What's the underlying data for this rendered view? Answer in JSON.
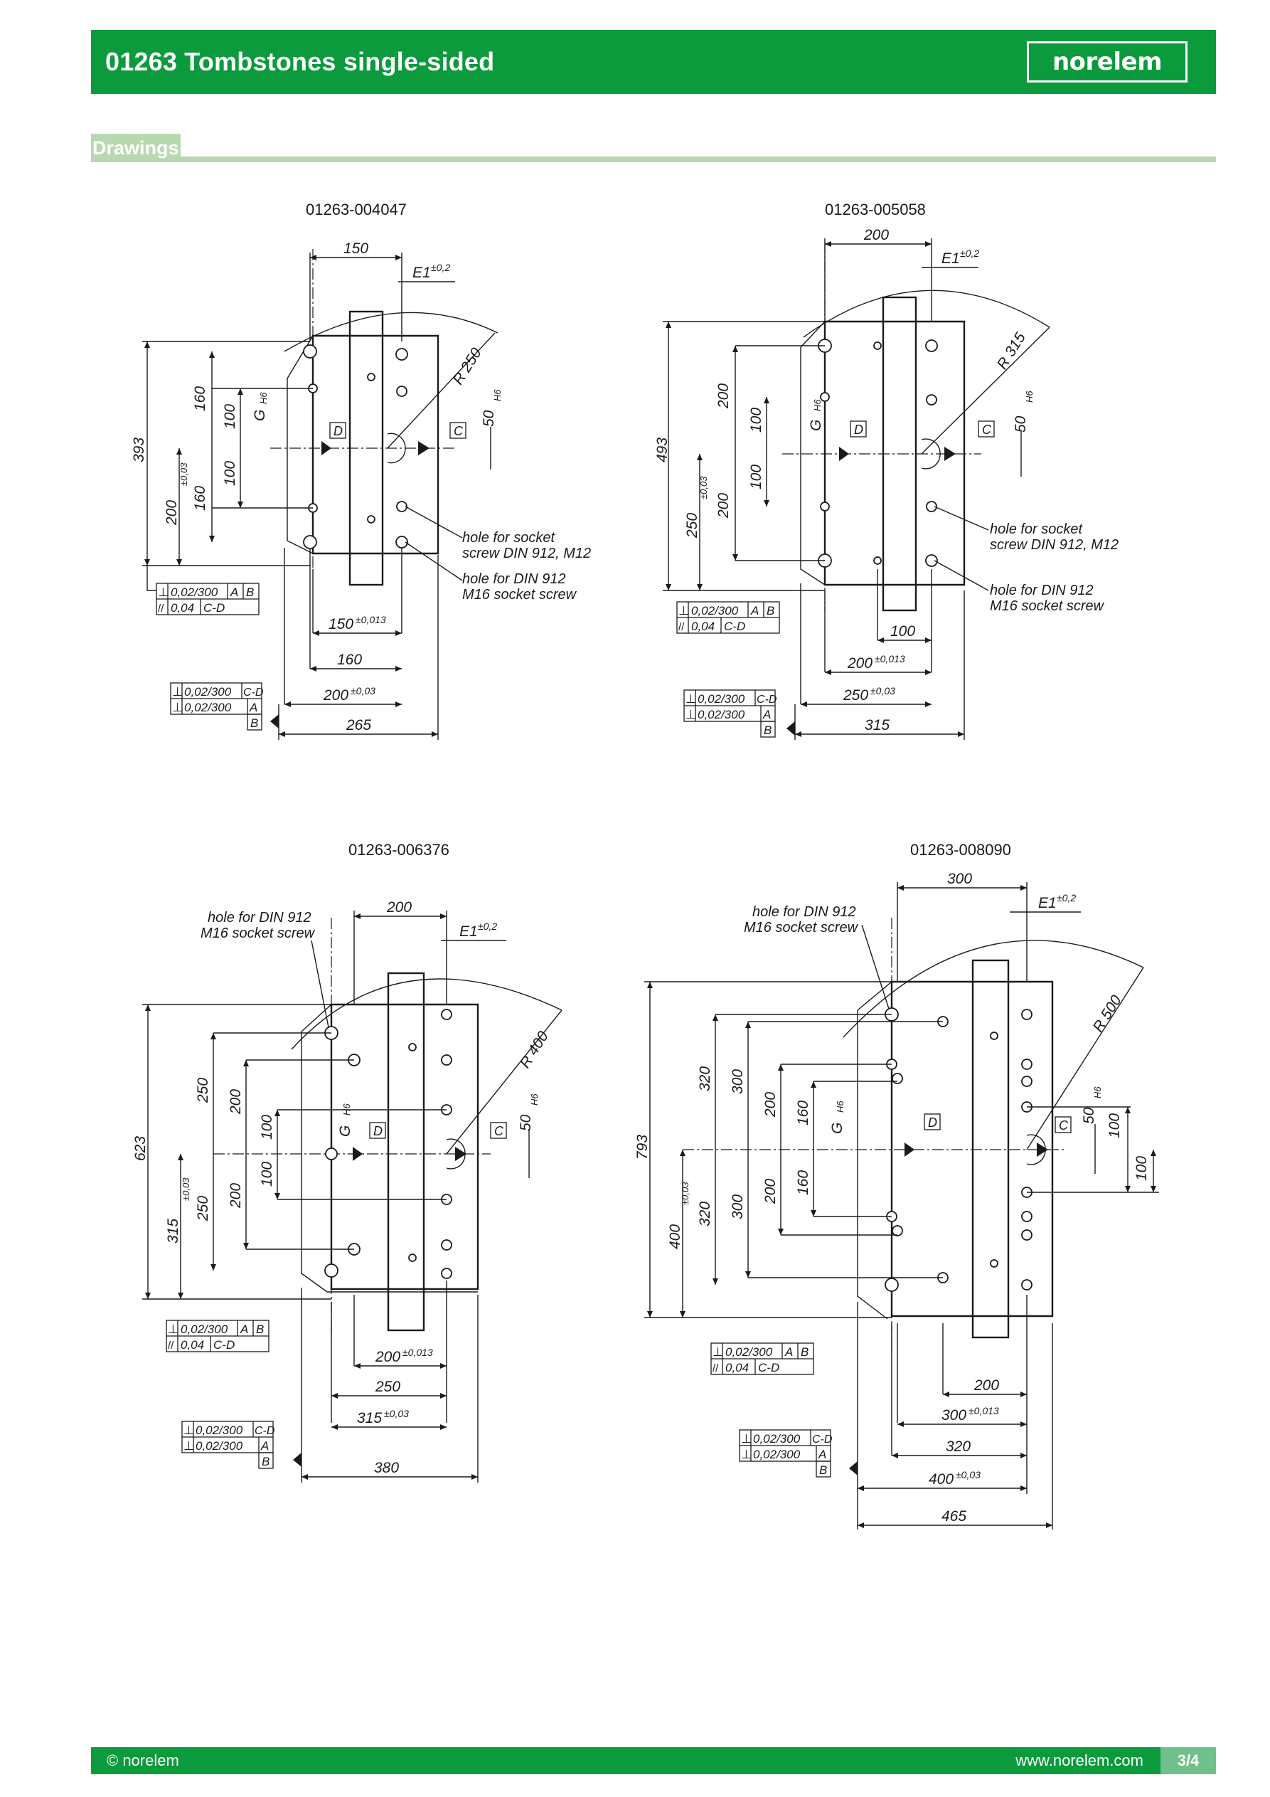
{
  "header": {
    "title": "01263 Tombstones single-sided",
    "logo_text": "norelem"
  },
  "section": {
    "title": "Drawings"
  },
  "drawings": [
    {
      "part_number": "01263-004047",
      "dims": {
        "top_width": "150",
        "e1": "E1",
        "e1_tol": "±0,2",
        "radius": "R 250",
        "slot": "50",
        "slot_tol": "H6",
        "height_total": "393",
        "v_outer": "160",
        "v_inner": "100",
        "v_low_outer": "160",
        "v_low_inner": "100",
        "offset": "200",
        "offset_tol": "±0,03",
        "g": "G",
        "g_tol": "H6",
        "b1": "150",
        "b1_tol": "±0,013",
        "b2": "160",
        "b3": "200",
        "b3_tol": "±0,03",
        "b4": "265"
      },
      "notes": {
        "note1_l1": "hole for socket",
        "note1_l2": "screw DIN 912, M12",
        "note2_l1": "hole for DIN 912",
        "note2_l2": "M16 socket screw"
      },
      "frames": {
        "perp1": "⊥",
        "perp1_val": "0,02/300",
        "perp1_ref1": "A",
        "perp1_ref2": "B",
        "par": "//",
        "par_val": "0,04",
        "par_ref": "C-D",
        "perp2": "⊥",
        "perp2_val": "0,02/300",
        "perp2_ref": "C-D",
        "perp3": "⊥",
        "perp3_val": "0,02/300",
        "perp3_ref": "A",
        "datum_b": "B",
        "datum_c": "C",
        "datum_d": "D"
      }
    },
    {
      "part_number": "01263-005058",
      "dims": {
        "top_width": "200",
        "e1": "E1",
        "e1_tol": "±0,2",
        "radius": "R 315",
        "slot": "50",
        "slot_tol": "H6",
        "height_total": "493",
        "v_outer": "200",
        "v_inner": "100",
        "v_low_outer": "200",
        "v_low_inner": "100",
        "offset": "250",
        "offset_tol": "±0,03",
        "g": "G",
        "g_tol": "H6",
        "b1": "100",
        "b2": "200",
        "b2_tol": "±0,013",
        "b3": "250",
        "b3_tol": "±0,03",
        "b4": "315"
      },
      "notes": {
        "note1_l1": "hole for socket",
        "note1_l2": "screw DIN 912, M12",
        "note2_l1": "hole for DIN 912",
        "note2_l2": "M16 socket screw"
      },
      "frames": {
        "perp1": "⊥",
        "perp1_val": "0,02/300",
        "perp1_ref1": "A",
        "perp1_ref2": "B",
        "par": "//",
        "par_val": "0,04",
        "par_ref": "C-D",
        "perp2": "⊥",
        "perp2_val": "0,02/300",
        "perp2_ref": "C-D",
        "perp3": "⊥",
        "perp3_val": "0,02/300",
        "perp3_ref": "A",
        "datum_b": "B",
        "datum_c": "C",
        "datum_d": "D"
      }
    },
    {
      "part_number": "01263-006376",
      "dims": {
        "top_width": "200",
        "e1": "E1",
        "e1_tol": "±0,2",
        "radius": "R 400",
        "slot": "50",
        "slot_tol": "H6",
        "height_total": "623",
        "v_outer": "250",
        "v_mid": "200",
        "v_inner": "100",
        "v_low_outer": "250",
        "v_low_mid": "200",
        "v_low_inner": "100",
        "offset": "315",
        "offset_tol": "±0,03",
        "g": "G",
        "g_tol": "H6",
        "b1": "200",
        "b1_tol": "±0,013",
        "b2": "250",
        "b3": "315",
        "b3_tol": "±0,03",
        "b4": "380"
      },
      "notes": {
        "note2_l1": "hole for DIN 912",
        "note2_l2": "M16 socket screw"
      },
      "frames": {
        "perp1": "⊥",
        "perp1_val": "0,02/300",
        "perp1_ref1": "A",
        "perp1_ref2": "B",
        "par": "//",
        "par_val": "0,04",
        "par_ref": "C-D",
        "perp2": "⊥",
        "perp2_val": "0,02/300",
        "perp2_ref": "C-D",
        "perp3": "⊥",
        "perp3_val": "0,02/300",
        "perp3_ref": "A",
        "datum_b": "B",
        "datum_c": "C",
        "datum_d": "D"
      }
    },
    {
      "part_number": "01263-008090",
      "dims": {
        "top_width": "300",
        "e1": "E1",
        "e1_tol": "±0,2",
        "radius": "R 500",
        "slot": "50",
        "slot_tol": "H6",
        "height_total": "793",
        "v_a": "320",
        "v_b": "300",
        "v_c": "200",
        "v_d": "160",
        "v_la": "320",
        "v_lb": "300",
        "v_lc": "200",
        "v_ld": "160",
        "r1": "100",
        "r2": "100",
        "offset": "400",
        "offset_tol": "±0,03",
        "g": "G",
        "g_tol": "H6",
        "b1": "200",
        "b2": "300",
        "b2_tol": "±0,013",
        "b3": "320",
        "b4": "400",
        "b4_tol": "±0,03",
        "b5": "465"
      },
      "notes": {
        "note2_l1": "hole for DIN 912",
        "note2_l2": "M16 socket screw"
      },
      "frames": {
        "perp1": "⊥",
        "perp1_val": "0,02/300",
        "perp1_ref1": "A",
        "perp1_ref2": "B",
        "par": "//",
        "par_val": "0,04",
        "par_ref": "C-D",
        "perp2": "⊥",
        "perp2_val": "0,02/300",
        "perp2_ref": "C-D",
        "perp3": "⊥",
        "perp3_val": "0,02/300",
        "perp3_ref": "A",
        "datum_b": "B",
        "datum_c": "C",
        "datum_d": "D"
      }
    }
  ],
  "footer": {
    "copyright": "© norelem",
    "url": "www.norelem.com",
    "page": "3/4"
  }
}
